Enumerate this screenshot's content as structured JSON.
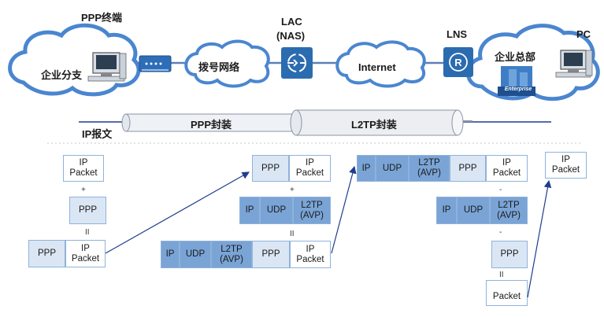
{
  "top": {
    "ppp_terminal": "PPP终端",
    "branch": "企业分支",
    "dialup": "拨号网络",
    "lac": "LAC",
    "nas": "(NAS)",
    "internet": "Internet",
    "lns": "LNS",
    "hq": "企业总部",
    "pc": "PC",
    "enterprise": "Enterprise"
  },
  "tunnel": {
    "ip_msg": "IP报文",
    "ppp_encap": "PPP封装",
    "l2tp_encap": "L2TP封装"
  },
  "labels": {
    "ip_packet": "IP\nPacket",
    "ppp": "PPP",
    "ip": "IP",
    "udp": "UDP",
    "l2tp": "L2TP\n(AVP)",
    "packet_partial": "Packet"
  },
  "ops": {
    "plus": "+",
    "minus": "-",
    "eq": "II"
  },
  "colors": {
    "light": "#dbe6f5",
    "mid": "#c1d6ee",
    "dark": "#7aa4d6",
    "icon_blue": "#2b6cb0",
    "arrow": "#1f3d8f"
  }
}
